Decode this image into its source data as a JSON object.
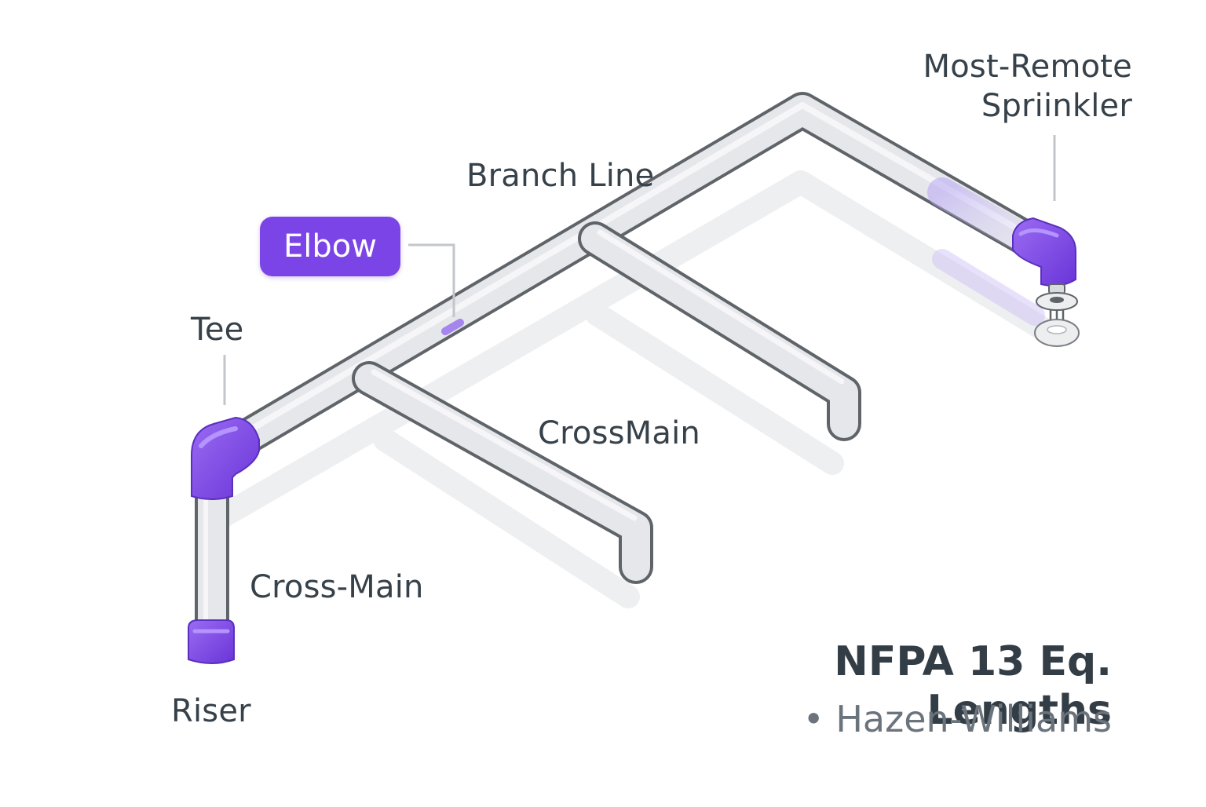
{
  "labels": {
    "most_remote_line1": "Most-Remote",
    "most_remote_line2": "Spriinkler",
    "branch_line": "Branch Line",
    "elbow": "Elbow",
    "tee": "Tee",
    "crossmain": "CrossMain",
    "cross_main": "Cross-Main",
    "riser": "Riser"
  },
  "title": "NFPA 13 Eq. Lengths",
  "subtitle": "• Hazen-Williams",
  "colors": {
    "fitting": "#7b44e6",
    "pipe": "#e6e7ea",
    "pipe_outline": "#5f6469",
    "leader": "#c2c6ca",
    "text": "#36414a"
  }
}
